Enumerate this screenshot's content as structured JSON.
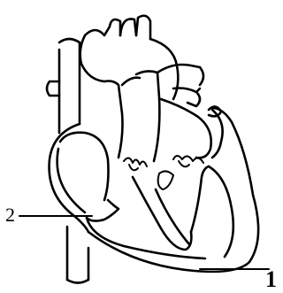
{
  "labels": [
    {
      "id": "2",
      "text": "2"
    },
    {
      "id": "1",
      "text": "1"
    }
  ],
  "colors": {
    "stroke": "#000000",
    "background": "#ffffff"
  }
}
